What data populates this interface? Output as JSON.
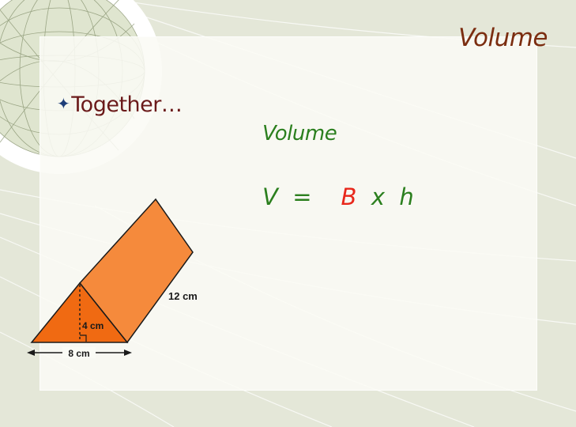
{
  "slide": {
    "title": "Volume",
    "bullet": {
      "icon": "four-point-star-icon",
      "text": "Together…"
    },
    "subheading": "Volume",
    "formula": {
      "lhs": "V",
      "equals": "=",
      "base": "B",
      "times": "x",
      "height": "h"
    }
  },
  "figure": {
    "shape": "triangular-prism",
    "labels": {
      "length": "12 cm",
      "height": "4 cm",
      "base": "8 cm"
    }
  },
  "colors": {
    "title": "#7b2d10",
    "bullet_text": "#6b1a1a",
    "bullet_icon": "#1f3f7a",
    "formula_text": "#2b7f1e",
    "formula_base": "#e8271b",
    "prism_face": "#f58a3c",
    "prism_end": "#f06a12"
  }
}
